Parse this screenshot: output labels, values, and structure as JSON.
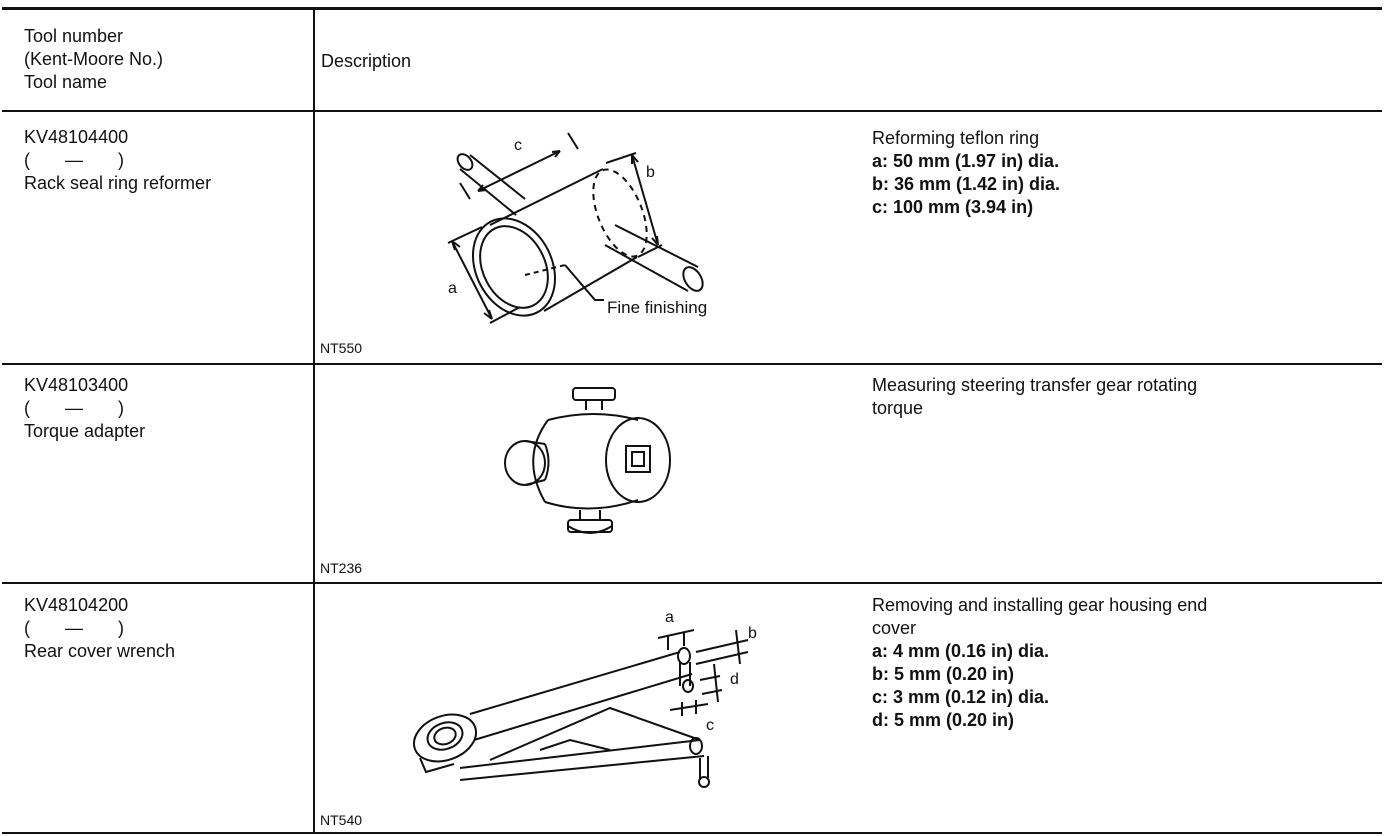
{
  "header": {
    "col1_lines": [
      "Tool number",
      "(Kent-Moore No.)",
      "Tool name"
    ],
    "col2_label": "Description"
  },
  "rows": [
    {
      "tool_number": "KV48104400",
      "kent_moore_open": "(",
      "kent_moore_dash": "—",
      "kent_moore_close": ")",
      "tool_name": "Rack seal ring reformer",
      "figure_code": "NT550",
      "figure_labels": {
        "a": "a",
        "b": "b",
        "c": "c",
        "callout": "Fine finishing"
      },
      "description": "Reforming teflon ring",
      "specs": [
        "a: 50 mm (1.97 in) dia.",
        "b: 36 mm (1.42 in) dia.",
        "c: 100 mm (3.94 in)"
      ]
    },
    {
      "tool_number": "KV48103400",
      "kent_moore_open": "(",
      "kent_moore_dash": "—",
      "kent_moore_close": ")",
      "tool_name": "Torque adapter",
      "figure_code": "NT236",
      "description_lines": [
        "Measuring steering transfer gear rotating",
        "torque"
      ]
    },
    {
      "tool_number": "KV48104200",
      "kent_moore_open": "(",
      "kent_moore_dash": "—",
      "kent_moore_close": ")",
      "tool_name": "Rear cover wrench",
      "figure_code": "NT540",
      "figure_labels": {
        "a": "a",
        "b": "b",
        "c": "c",
        "d": "d"
      },
      "description_lines": [
        "Removing and installing gear housing end",
        "cover"
      ],
      "specs": [
        "a: 4 mm (0.16 in) dia.",
        "b: 5 mm (0.20 in)",
        "c: 3 mm (0.12 in) dia.",
        "d: 5 mm (0.20 in)"
      ]
    }
  ]
}
